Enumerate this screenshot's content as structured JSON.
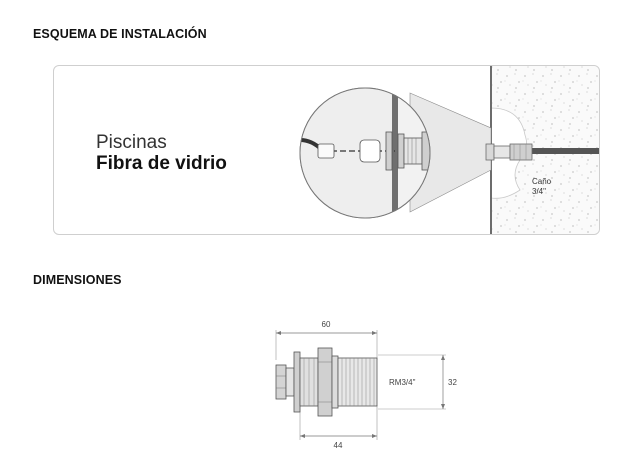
{
  "sections": {
    "installation_title": "ESQUEMA DE INSTALACIÓN",
    "dimensions_title": "DIMENSIONES"
  },
  "installation": {
    "pool_type_line1": "Piscinas",
    "pool_type_line2": "Fibra de vidrio",
    "pipe_label_line1": "Caño",
    "pipe_label_line2": "3/4\""
  },
  "dimensions": {
    "total_length": "60",
    "body_length": "44",
    "thread_label": "RM3/4\"",
    "diameter": "32"
  }
}
